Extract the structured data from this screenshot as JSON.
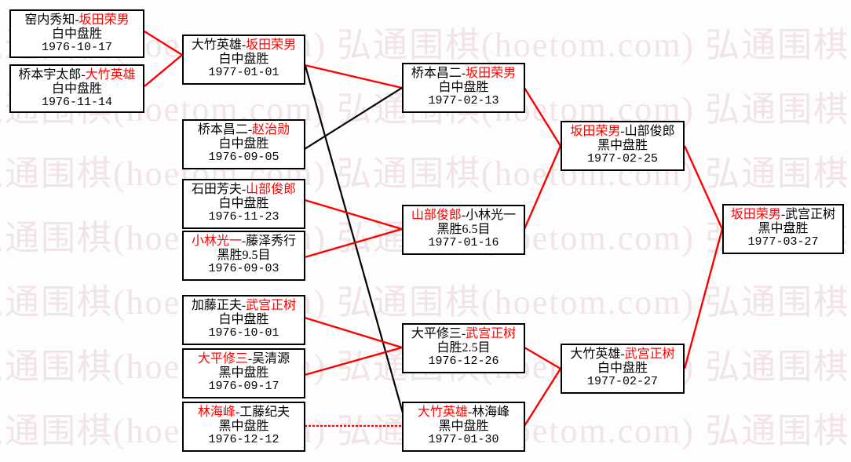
{
  "diagram": {
    "type": "tournament-bracket",
    "title_watermark": "弘通围棋(hoetom.com)",
    "colors": {
      "winner_highlight": "#ff0000",
      "node_border": "#000000",
      "link_red": "#ff0000",
      "link_black": "#000000",
      "background": "#fdfdfd",
      "watermark": "#f2e4e6"
    }
  },
  "watermark": {
    "text": "弘通围棋(hoetom.com) 弘通围棋(hoetom.com) 弘通围棋(hoetom.com)",
    "rows": [
      "弘通围棋(hoetom.com) 弘通围棋(hoetom.com) 弘通围棋(hoetom",
      "弘通围棋(hoetom.com) 弘通围棋(hoetom.com) 弘通围棋(hoetom",
      "弘通围棋(hoetom.com) 弘通围棋(hoetom.com) 弘通围棋(hoetom",
      "弘通围棋(hoetom.com) 弘通围棋(hoetom.com) 弘通围棋(hoetom",
      "弘通围棋(hoetom.com) 弘通围棋(hoetom.com) 弘通围棋(hoetom",
      "弘通围棋(hoetom.com) 弘通围棋(hoetom.com) 弘通围棋(hoetom",
      "弘通围棋(hoetom.com) 弘通围棋(hoetom.com) 弘通围棋(hoetom"
    ]
  },
  "nodes": [
    {
      "id": "n1",
      "player_left": "窑内秀知",
      "player_right": "坂田荣男",
      "left_is_winner": false,
      "right_is_winner": true,
      "result": "白中盘胜",
      "date": "1976-10-17"
    },
    {
      "id": "n2",
      "player_left": "桥本宇太郎",
      "player_right": "大竹英雄",
      "left_is_winner": false,
      "right_is_winner": true,
      "result": "白中盘胜",
      "date": "1976-11-14"
    },
    {
      "id": "n3",
      "player_left": "大竹英雄",
      "player_right": "坂田荣男",
      "left_is_winner": false,
      "right_is_winner": true,
      "result": "白中盘胜",
      "date": "1977-01-01"
    },
    {
      "id": "n4",
      "player_left": "桥本昌二",
      "player_right": "赵治勋",
      "left_is_winner": false,
      "right_is_winner": true,
      "result": "白中盘胜",
      "date": "1976-09-05"
    },
    {
      "id": "n5",
      "player_left": "石田芳夫",
      "player_right": "山部俊郎",
      "left_is_winner": false,
      "right_is_winner": true,
      "result": "白中盘胜",
      "date": "1976-11-23"
    },
    {
      "id": "n6",
      "player_left": "小林光一",
      "player_right": "藤泽秀行",
      "left_is_winner": true,
      "right_is_winner": false,
      "result": "黑胜9.5目",
      "date": "1976-09-03"
    },
    {
      "id": "n7",
      "player_left": "加藤正夫",
      "player_right": "武宫正树",
      "left_is_winner": false,
      "right_is_winner": true,
      "result": "白中盘胜",
      "date": "1976-10-01"
    },
    {
      "id": "n8",
      "player_left": "大平修三",
      "player_right": "吴清源",
      "left_is_winner": true,
      "right_is_winner": false,
      "result": "黑中盘胜",
      "date": "1976-09-17"
    },
    {
      "id": "n9",
      "player_left": "林海峰",
      "player_right": "工藤纪夫",
      "left_is_winner": true,
      "right_is_winner": false,
      "result": "黑中盘胜",
      "date": "1976-12-12"
    },
    {
      "id": "n10",
      "player_left": "桥本昌二",
      "player_right": "坂田荣男",
      "left_is_winner": false,
      "right_is_winner": true,
      "result": "白中盘胜",
      "date": "1977-02-13"
    },
    {
      "id": "n11",
      "player_left": "山部俊郎",
      "player_right": "小林光一",
      "left_is_winner": true,
      "right_is_winner": false,
      "result": "黑胜6.5目",
      "date": "1977-01-16"
    },
    {
      "id": "n12",
      "player_left": "大平修三",
      "player_right": "武宫正树",
      "left_is_winner": false,
      "right_is_winner": true,
      "result": "白胜2.5目",
      "date": "1976-12-26"
    },
    {
      "id": "n13",
      "player_left": "大竹英雄",
      "player_right": "林海峰",
      "left_is_winner": true,
      "right_is_winner": false,
      "result": "黑中盘胜",
      "date": "1977-01-30"
    },
    {
      "id": "n14",
      "player_left": "坂田荣男",
      "player_right": "山部俊郎",
      "left_is_winner": true,
      "right_is_winner": false,
      "result": "黑中盘胜",
      "date": "1977-02-25"
    },
    {
      "id": "n15",
      "player_left": "大竹英雄",
      "player_right": "武宫正树",
      "left_is_winner": false,
      "right_is_winner": true,
      "result": "白中盘胜",
      "date": "1977-02-27"
    },
    {
      "id": "n16",
      "player_left": "坂田荣男",
      "player_right": "武宫正树",
      "left_is_winner": true,
      "right_is_winner": false,
      "result": "黑中盘胜",
      "date": "1977-03-27"
    }
  ]
}
